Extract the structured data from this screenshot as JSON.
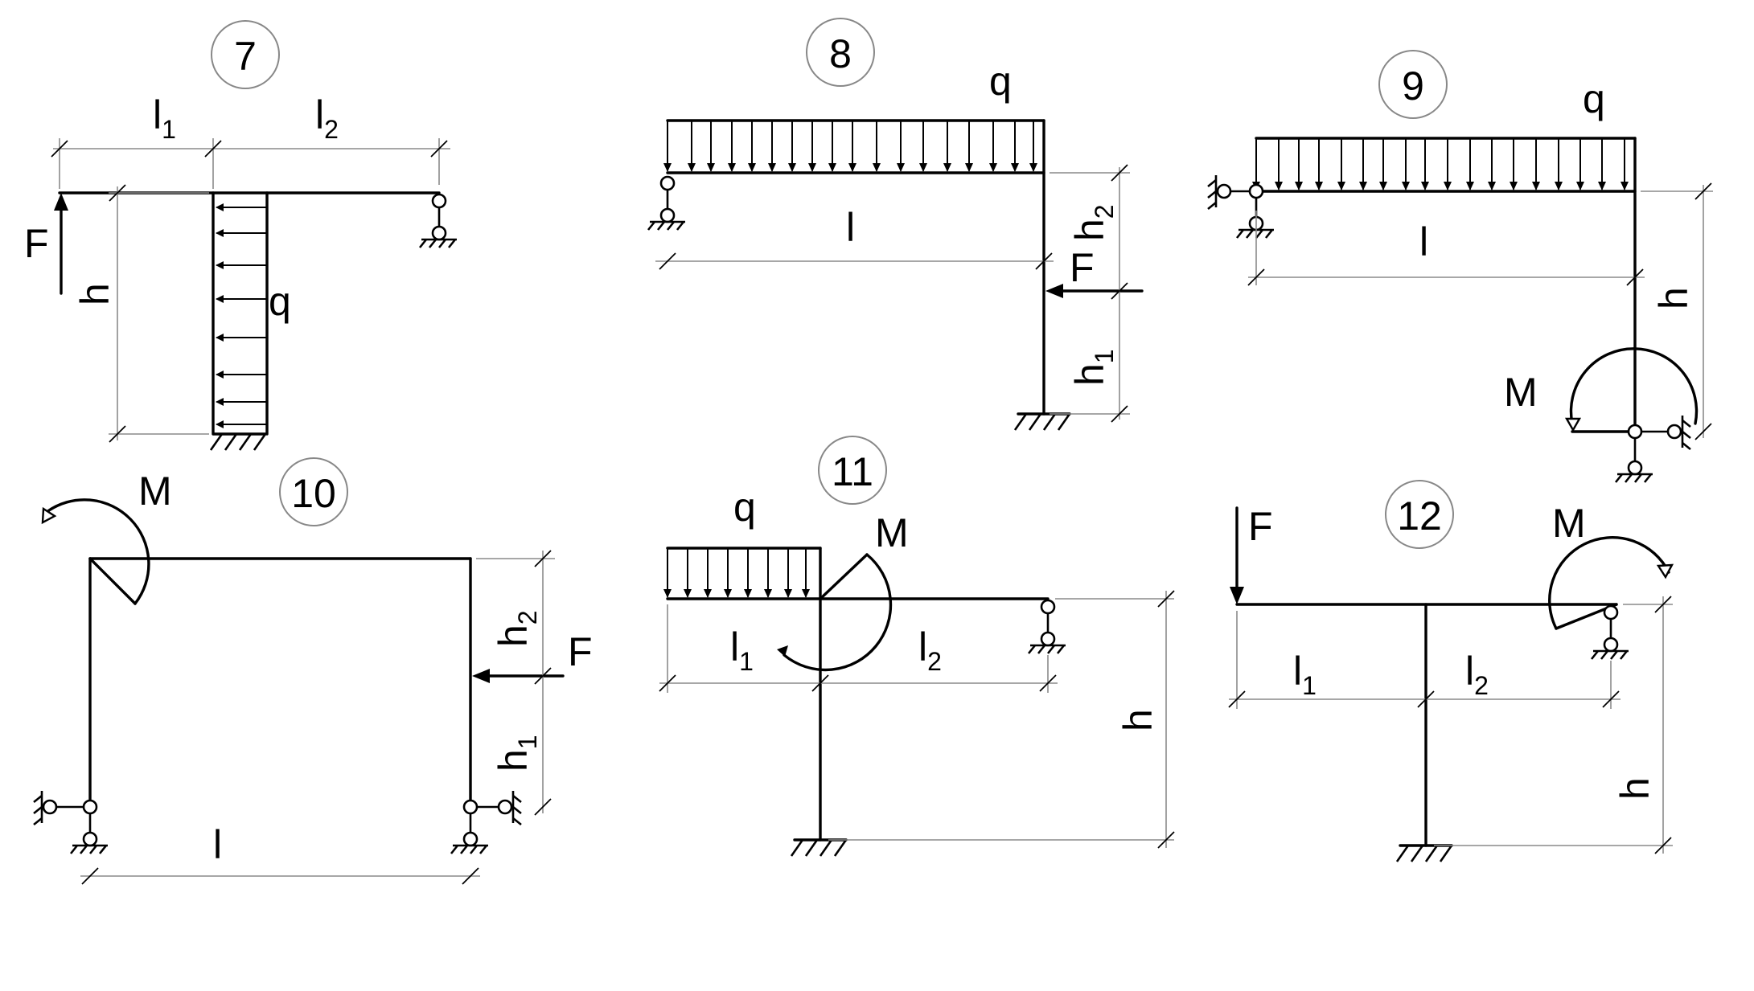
{
  "schemes": [
    {
      "number": "7",
      "labels": {
        "l1": "l",
        "l1_sub": "1",
        "l2": "l",
        "l2_sub": "2",
        "h": "h",
        "F": "F",
        "q": "q"
      }
    },
    {
      "number": "8",
      "labels": {
        "q": "q",
        "l": "l",
        "h2": "h",
        "h2_sub": "2",
        "h1": "h",
        "h1_sub": "1",
        "F": "F"
      }
    },
    {
      "number": "9",
      "labels": {
        "q": "q",
        "l": "l",
        "h": "h",
        "M": "M"
      }
    },
    {
      "number": "10",
      "labels": {
        "M": "M",
        "h2": "h",
        "h2_sub": "2",
        "h1": "h",
        "h1_sub": "1",
        "F": "F",
        "l": "l"
      }
    },
    {
      "number": "11",
      "labels": {
        "q": "q",
        "M": "M",
        "l1": "l",
        "l1_sub": "1",
        "l2": "l",
        "l2_sub": "2",
        "h": "h"
      }
    },
    {
      "number": "12",
      "labels": {
        "F": "F",
        "M": "M",
        "l1": "l",
        "l1_sub": "1",
        "l2": "l",
        "l2_sub": "2",
        "h": "h"
      }
    }
  ]
}
